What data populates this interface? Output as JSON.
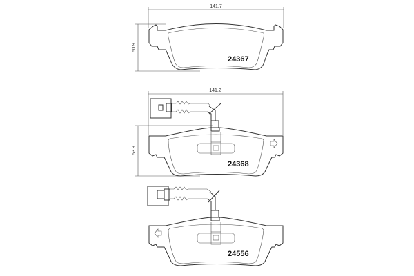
{
  "diagram": {
    "pads": [
      {
        "id": "pad-1",
        "part_number": "24367",
        "width_label": "141.7",
        "height_label": "50.9",
        "has_wear_sensor": false,
        "direction_arrow": "none"
      },
      {
        "id": "pad-2",
        "part_number": "24368",
        "width_label": "141.2",
        "height_label": "53.9",
        "has_wear_sensor": true,
        "direction_arrow": "right"
      },
      {
        "id": "pad-3",
        "part_number": "24556",
        "has_wear_sensor": true,
        "direction_arrow": "left"
      }
    ],
    "line_color": "#333333"
  }
}
